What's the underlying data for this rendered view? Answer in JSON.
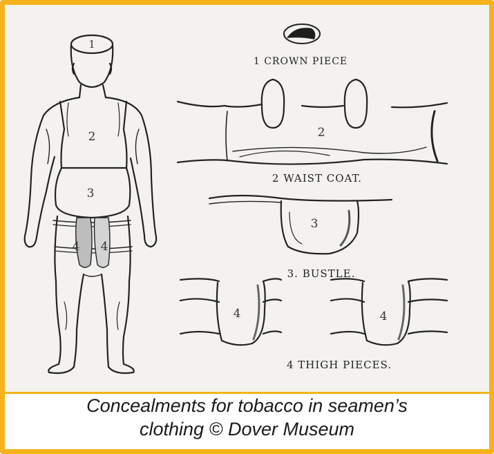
{
  "figure": {
    "labels": {
      "crown": "1 CROWN PIECE",
      "waist": "2 WAIST COAT.",
      "bustle": "3. BUSTLE.",
      "thigh": "4 THIGH PIECES."
    },
    "figure_numbers": {
      "head": "1",
      "chest": "2",
      "bustle": "3",
      "thigh_left": "4",
      "thigh_right": "4"
    },
    "detail_numbers": {
      "waist": "2",
      "bustle": "3",
      "thigh_a": "4",
      "thigh_b": "4"
    }
  },
  "caption": {
    "line1": "Concealments for tobacco in seamen’s",
    "line2": "clothing © Dover Museum"
  },
  "colors": {
    "frame": "#f5b21b",
    "ink": "#222222",
    "paper": "#f3f2ee"
  }
}
